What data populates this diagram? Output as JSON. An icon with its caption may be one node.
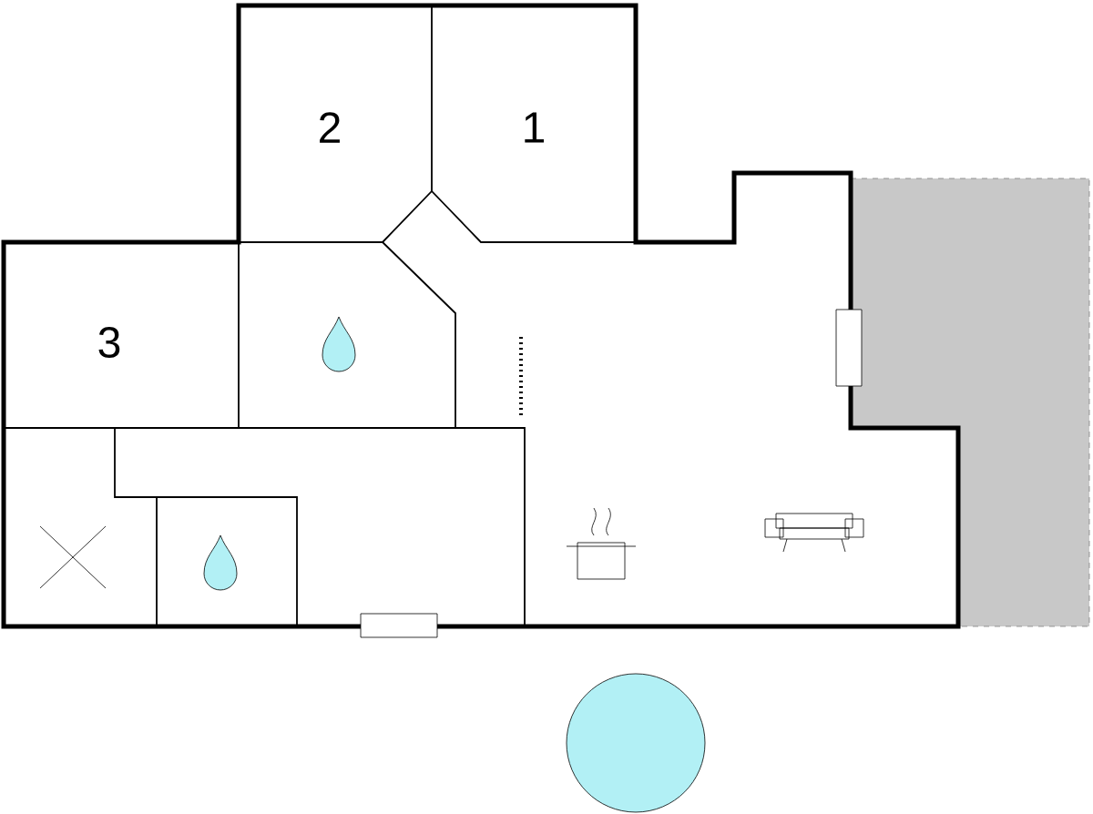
{
  "diagram": {
    "labels": [
      "2",
      "1",
      "3"
    ]
  }
}
